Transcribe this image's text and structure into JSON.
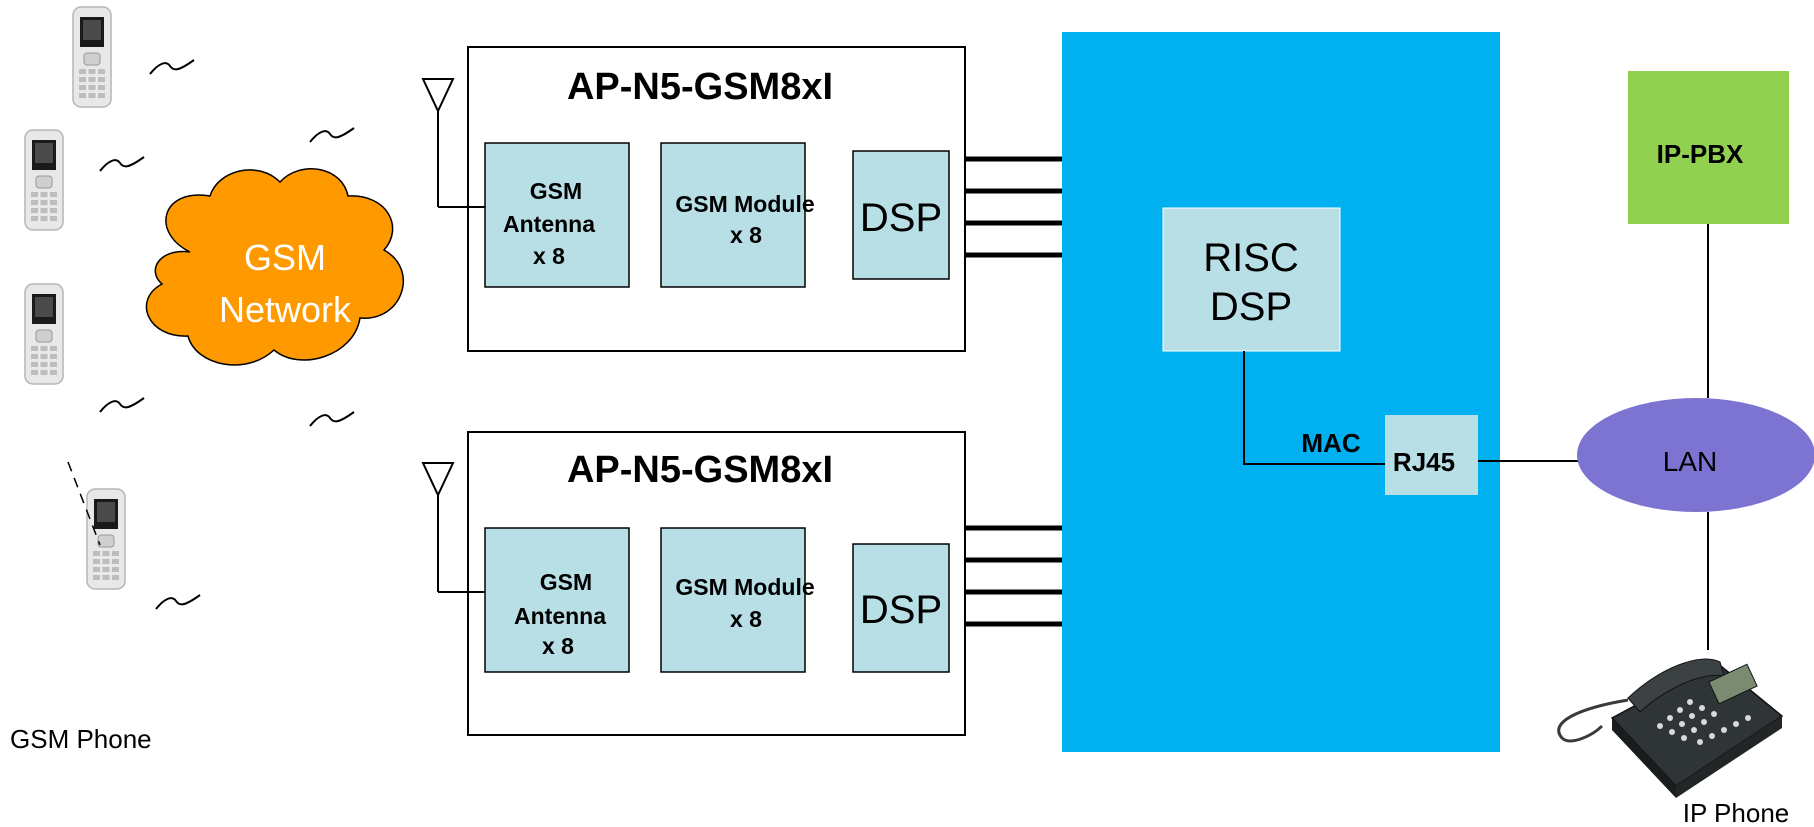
{
  "phones": {
    "caption": "GSM Phone"
  },
  "cloud": {
    "line1": "GSM",
    "line2": "Network"
  },
  "gateway_top": {
    "title": "AP-N5-GSM8xI",
    "antenna": {
      "line1": "GSM",
      "line2": "Antenna",
      "line3": "x 8"
    },
    "module": {
      "line1": "GSM Module",
      "line2": "x 8"
    },
    "dsp": "DSP"
  },
  "gateway_bottom": {
    "title": "AP-N5-GSM8xI",
    "antenna": {
      "line1": "GSM",
      "line2": "Antenna",
      "line3": "x 8"
    },
    "module": {
      "line1": "GSM Module",
      "line2": "x 8"
    },
    "dsp": "DSP"
  },
  "main_board": {
    "risc_line1": "RISC",
    "risc_line2": "DSP",
    "mac": "MAC",
    "rj45": "RJ45"
  },
  "ippbx": {
    "label": "IP-PBX"
  },
  "lan": {
    "label": "LAN"
  },
  "ipphone": {
    "caption": "IP Phone"
  },
  "colors": {
    "board": "#00b0f0",
    "module_fill": "#b7dfe5",
    "cloud": "#ff9900",
    "pbx": "#92d050",
    "lan": "#7d74d1"
  },
  "icons": [
    "gsm-handset-icon",
    "antenna-icon",
    "wireless-signal-icon",
    "desk-phone-icon"
  ]
}
